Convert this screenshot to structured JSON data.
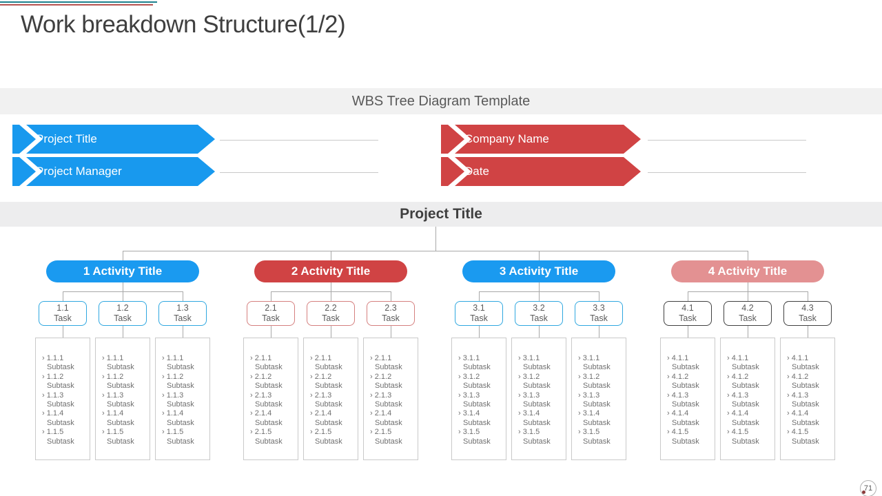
{
  "page": {
    "title": "Work breakdown Structure(1/2)",
    "page_number": "71"
  },
  "accent_colors": {
    "teal": "#1d808d",
    "red": "#b5524f",
    "footer_dot": "#8b3a3a",
    "connector_gray": "#a8a8a8"
  },
  "banners": {
    "template_title": "WBS Tree Diagram Template",
    "project_title": "Project Title"
  },
  "form": {
    "left": [
      {
        "label": "Project Title",
        "color": "#1899ee"
      },
      {
        "label": "Project Manager",
        "color": "#1899ee"
      }
    ],
    "right": [
      {
        "label": "Company Name",
        "color": "#d04344"
      },
      {
        "label": "Date",
        "color": "#d04344"
      }
    ]
  },
  "tree": {
    "root_label": "Project Title",
    "bullet": "›",
    "groups": [
      {
        "label": "1 Activity Title",
        "pill_color": "#1a9af0",
        "task_border": "#2ea7e0",
        "tasks": [
          "1.1",
          "1.2",
          "1.3"
        ],
        "task_label": "Task",
        "subtasks": [
          "1.1.1",
          "1.1.2",
          "1.1.3",
          "1.1.4",
          "1.1.5"
        ],
        "subtask_label": "Subtask"
      },
      {
        "label": "2 Activity Title",
        "pill_color": "#d04344",
        "task_border": "#d57f7e",
        "tasks": [
          "2.1",
          "2.2",
          "2.3"
        ],
        "task_label": "Task",
        "subtasks": [
          "2.1.1",
          "2.1.2",
          "2.1.3",
          "2.1.4",
          "2.1.5"
        ],
        "subtask_label": "Subtask"
      },
      {
        "label": "3 Activity Title",
        "pill_color": "#1a9af0",
        "task_border": "#2ea7e0",
        "tasks": [
          "3.1",
          "3.2",
          "3.3"
        ],
        "task_label": "Task",
        "subtasks": [
          "3.1.1",
          "3.1.2",
          "3.1.3",
          "3.1.4",
          "3.1.5"
        ],
        "subtask_label": "Subtask"
      },
      {
        "label": "4 Activity Title",
        "pill_color": "#e39192",
        "task_border": "#3f3f3f",
        "tasks": [
          "4.1",
          "4.2",
          "4.3"
        ],
        "task_label": "Task",
        "subtasks": [
          "4.1.1",
          "4.1.2",
          "4.1.3",
          "4.1.4",
          "4.1.5"
        ],
        "subtask_label": "Subtask"
      }
    ]
  }
}
